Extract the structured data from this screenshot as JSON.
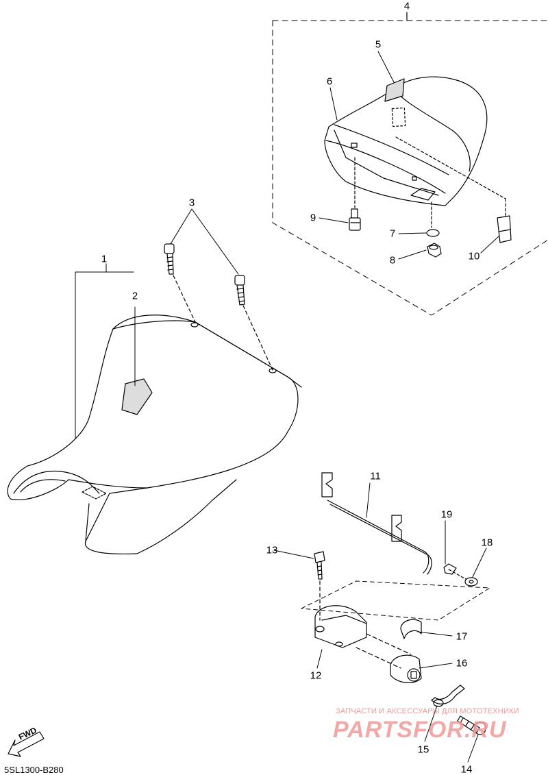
{
  "diagram": {
    "code": "5SL1300-B280",
    "fwd_label": "FWD",
    "callouts": [
      "1",
      "2",
      "3",
      "4",
      "5",
      "6",
      "7",
      "8",
      "9",
      "10",
      "11",
      "12",
      "13",
      "14",
      "15",
      "16",
      "17",
      "18",
      "19"
    ]
  },
  "watermark": {
    "tagline": "ЗАПЧАСТИ И АКСЕССУАРЫ ДЛЯ МОТОТЕХНИКИ",
    "brand": "PARTSFOR.RU"
  }
}
